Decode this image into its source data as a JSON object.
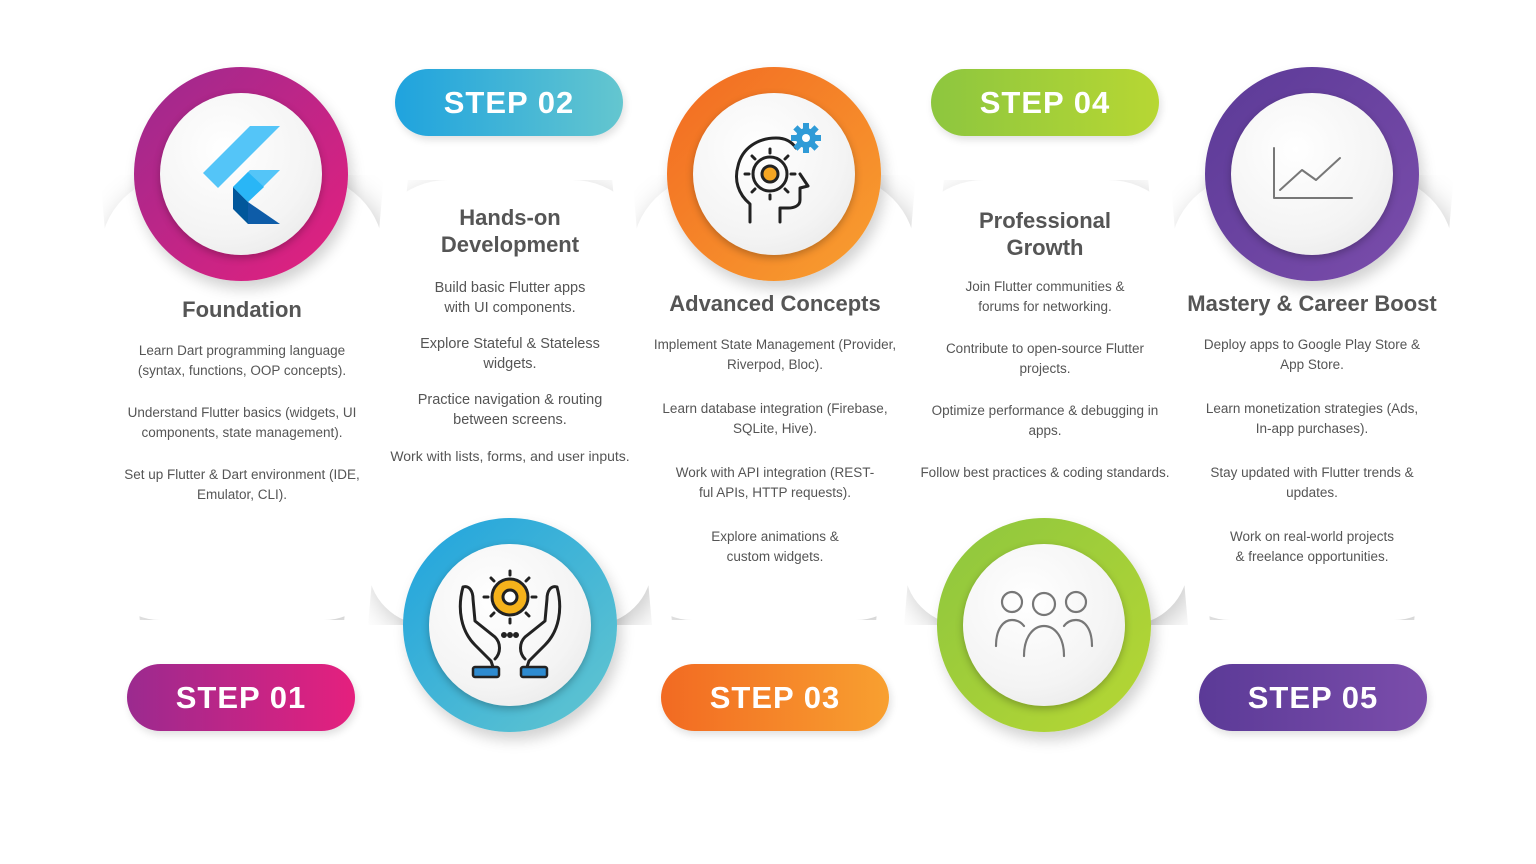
{
  "steps": [
    {
      "pill": "STEP 01",
      "title": "Foundation",
      "items": [
        "Learn Dart programming language (syntax, functions, OOP concepts).",
        "Understand Flutter basics (widgets, UI components, state management).",
        "Set up Flutter & Dart environment (IDE, Emulator, CLI)."
      ],
      "icon": "flutter-logo-icon",
      "color_start": "#9B2A8F",
      "color_end": "#E5207E"
    },
    {
      "pill": "STEP 02",
      "title": "Hands-on Development",
      "items": [
        "Build basic Flutter apps with UI components.",
        "Explore Stateful & Stateless widgets.",
        "Practice navigation & routing between screens.",
        "Work with lists, forms, and user inputs."
      ],
      "icon": "hands-gear-icon",
      "color_start": "#1FA3DE",
      "color_end": "#64C6CF"
    },
    {
      "pill": "STEP 03",
      "title": "Advanced Concepts",
      "items": [
        "Implement State Management (Provider, Riverpod, Bloc).",
        "Learn database integration (Firebase, SQLite, Hive).",
        "Work with API integration (REST-ful APIs, HTTP requests).",
        "Explore animations & custom widgets."
      ],
      "icon": "head-gear-icon",
      "color_start": "#F26A22",
      "color_end": "#F8A030"
    },
    {
      "pill": "STEP 04",
      "title": "Professional Growth",
      "items": [
        "Join Flutter communities & forums for networking.",
        "Contribute to open-source Flutter projects.",
        "Optimize performance & debugging in apps.",
        "Follow best practices & coding standards."
      ],
      "icon": "people-group-icon",
      "color_start": "#8DC63F",
      "color_end": "#B7D733"
    },
    {
      "pill": "STEP 05",
      "title": "Mastery & Career Boost",
      "items": [
        "Deploy apps to Google Play Store & App Store.",
        "Learn monetization strategies (Ads, In-app purchases).",
        "Stay updated with Flutter trends & updates.",
        "Work on real-world projects & freelance opportunities."
      ],
      "icon": "line-chart-icon",
      "color_start": "#5B3A97",
      "color_end": "#7B4DAB"
    }
  ]
}
